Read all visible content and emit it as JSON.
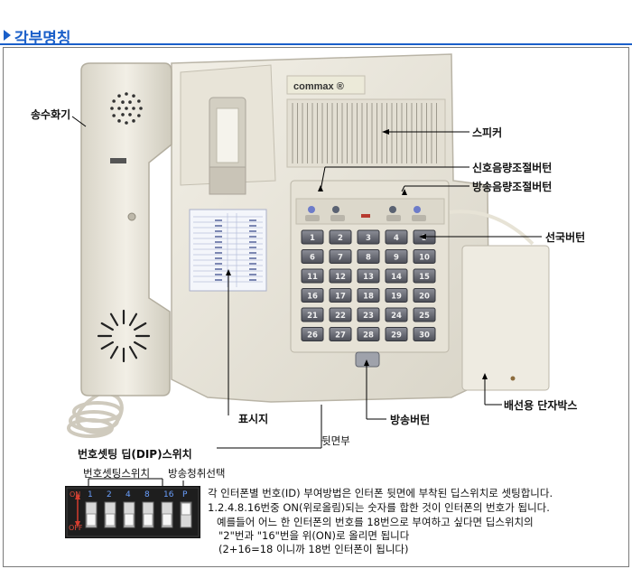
{
  "header": {
    "title": "각부명칭"
  },
  "device": {
    "brand": "commax ®"
  },
  "keypad": {
    "keys": [
      "1",
      "2",
      "3",
      "4",
      "5",
      "6",
      "7",
      "8",
      "9",
      "10",
      "11",
      "12",
      "13",
      "14",
      "15",
      "16",
      "17",
      "18",
      "19",
      "20",
      "21",
      "22",
      "23",
      "24",
      "25",
      "26",
      "27",
      "28",
      "29",
      "30"
    ]
  },
  "labels": {
    "handset": "송수화기",
    "speaker": "스피커",
    "call_volume": "신호음량조절버턴",
    "broadcast_volume": "방송음량조절버턴",
    "select_button": "선국버턴",
    "display": "표시지",
    "broadcast_button": "방송버턴",
    "wiring_box": "배선용 단자박스",
    "rear": "뒷면부",
    "dip_switch": "번호셋팅 딥(DIP)스위치",
    "id_setting_switch": "번호셋팅스위치",
    "broadcast_cancel": "방송청취선택"
  },
  "dip": {
    "on": "ON",
    "off": "OFF",
    "numbers": [
      "1",
      "2",
      "4",
      "8",
      "16",
      "P"
    ]
  },
  "description": [
    "각 인터폰별 번호(ID) 부여방법은 인터폰 뒷면에 부착된 딥스위치로 셋팅합니다.",
    "1.2.4.8.16번중 ON(위로올림)되는 숫자를 합한 것이 인터폰의 번호가 됩니다.",
    "예를들어 어느 한 인터폰의 번호를 18번으로 부여하고 싶다면 딥스위치의",
    "\"2\"번과 \"16\"번을 위(ON)로 올리면 됩니다",
    "(2+16=18 이니까 18번 인터폰이 됩니다)"
  ]
}
